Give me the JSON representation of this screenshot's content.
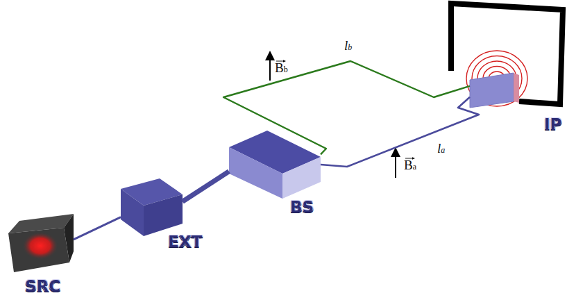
{
  "diagram": {
    "nodes": [
      {
        "text": [
          "SRC"
        ]
      },
      {
        "text": [
          "EXT"
        ]
      },
      {
        "text": [
          "BS"
        ]
      },
      {
        "text": [
          "IP"
        ]
      }
    ],
    "edges": [
      {
        "from": 0,
        "to": 1,
        "arrow": "none"
      },
      {
        "from": 1,
        "to": 2,
        "arrow": "none"
      },
      {
        "from": 2,
        "to": 3,
        "arrow": "none"
      },
      {
        "from": 2,
        "to": 3,
        "arrow": "none"
      }
    ],
    "labels": [
      "Bb",
      "lb",
      "Ba",
      "la"
    ]
  }
}
